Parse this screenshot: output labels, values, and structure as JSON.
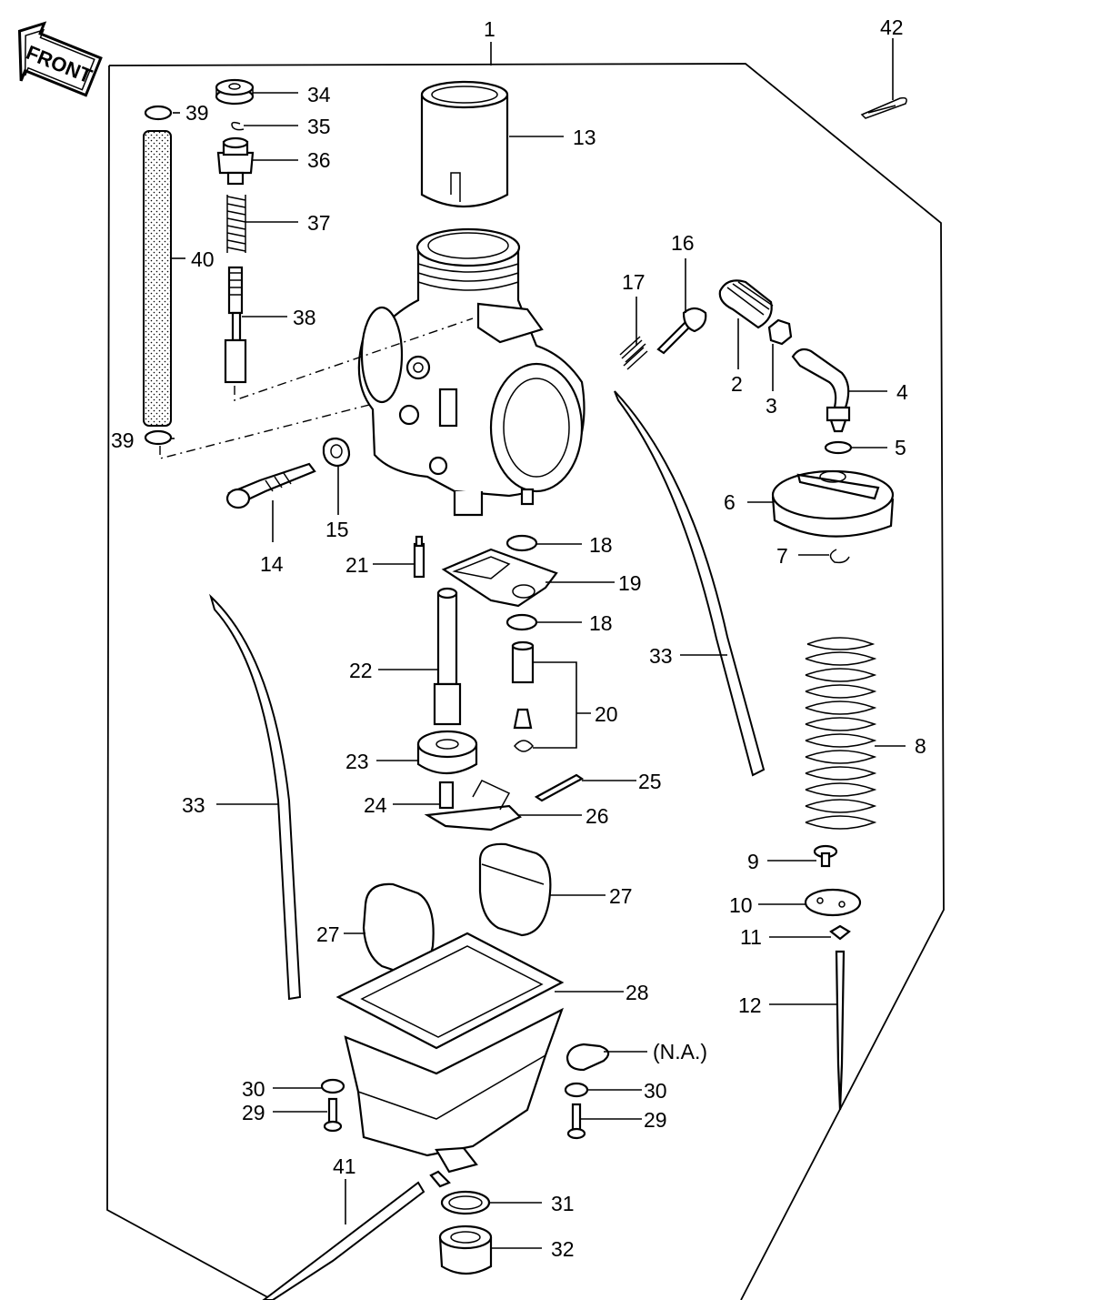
{
  "front_label": "FRONT",
  "callouts": {
    "c1": "1",
    "c2": "2",
    "c3": "3",
    "c4": "4",
    "c5": "5",
    "c6": "6",
    "c7": "7",
    "c8": "8",
    "c9": "9",
    "c10": "10",
    "c11": "11",
    "c12": "12",
    "c13": "13",
    "c14": "14",
    "c15": "15",
    "c16": "16",
    "c17": "17",
    "c18a": "18",
    "c18b": "18",
    "c19": "19",
    "c20": "20",
    "c21": "21",
    "c22": "22",
    "c23": "23",
    "c24": "24",
    "c25": "25",
    "c26": "26",
    "c27a": "27",
    "c27b": "27",
    "c28": "28",
    "c29a": "29",
    "c29b": "29",
    "c30a": "30",
    "c30b": "30",
    "c31": "31",
    "c32": "32",
    "c33a": "33",
    "c33b": "33",
    "c34": "34",
    "c35": "35",
    "c36": "36",
    "c37": "37",
    "c38": "38",
    "c39a": "39",
    "c39b": "39",
    "c40": "40",
    "c41": "41",
    "c42": "42",
    "na": "(N.A.)"
  }
}
